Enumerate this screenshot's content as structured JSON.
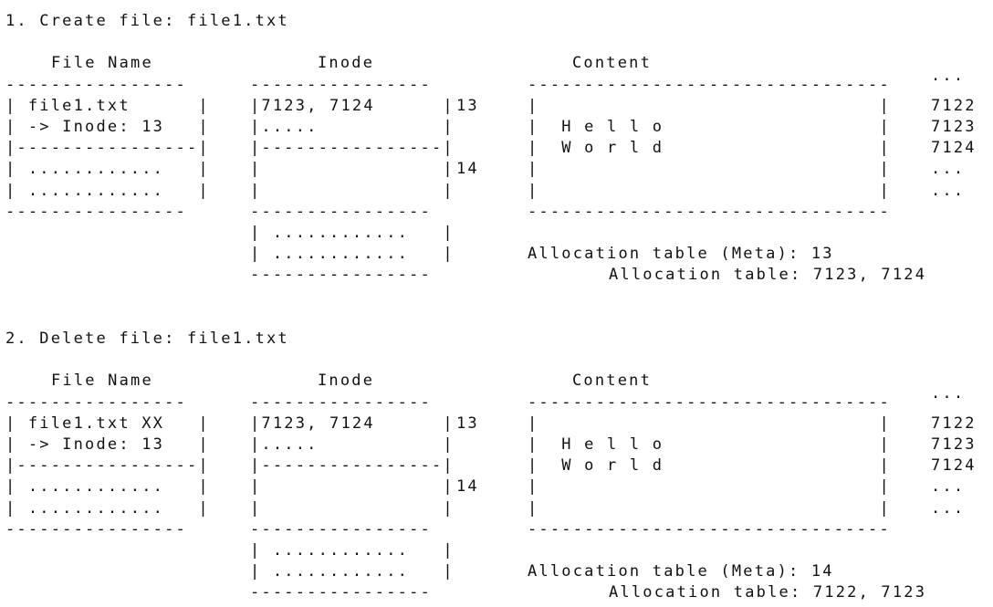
{
  "sections": [
    {
      "title": "1. Create file: file1.txt",
      "headers": {
        "file_name": "File Name",
        "inode": "Inode",
        "content": "Content"
      },
      "content_top_suffix": "...",
      "file_table": [
        "----------------",
        "| file1.txt      |",
        "| -> Inode: 13   |",
        "|----------------|",
        "| ............   |",
        "| ............   |",
        "----------------"
      ],
      "inode_table": [
        "----------------",
        "|7123, 7124      |",
        "|.....           |",
        "|----------------|",
        "|                |",
        "|                |",
        "----------------",
        "| ............   |",
        "| ............   |",
        "----------------"
      ],
      "inode_numbers": [
        "13",
        "14"
      ],
      "content_table": [
        "--------------------------------",
        "|                              |",
        "|  H e l l o                   |",
        "|  W o r l d                   |",
        "|                              |",
        "|                              |",
        "--------------------------------"
      ],
      "block_numbers": [
        "7122",
        "7123",
        "7124",
        "...",
        "..."
      ],
      "meta_line": "Allocation table (Meta): 13",
      "alloc_line": "Allocation table: 7123, 7124"
    },
    {
      "title": "2. Delete file: file1.txt",
      "headers": {
        "file_name": "File Name",
        "inode": "Inode",
        "content": "Content"
      },
      "content_top_suffix": "...",
      "file_table": [
        "----------------",
        "| file1.txt XX   |",
        "| -> Inode: 13   |",
        "|----------------|",
        "| ............   |",
        "| ............   |",
        "----------------"
      ],
      "inode_table": [
        "----------------",
        "|7123, 7124      |",
        "|.....           |",
        "|----------------|",
        "|                |",
        "|                |",
        "----------------",
        "| ............   |",
        "| ............   |",
        "----------------"
      ],
      "inode_numbers": [
        "13",
        "14"
      ],
      "content_table": [
        "--------------------------------",
        "|                              |",
        "|  H e l l o                   |",
        "|  W o r l d                   |",
        "|                              |",
        "|                              |",
        "--------------------------------"
      ],
      "block_numbers": [
        "7122",
        "7123",
        "7124",
        "...",
        "..."
      ],
      "meta_line": "Allocation table (Meta): 14",
      "alloc_line": "Allocation table: 7122, 7123"
    }
  ]
}
